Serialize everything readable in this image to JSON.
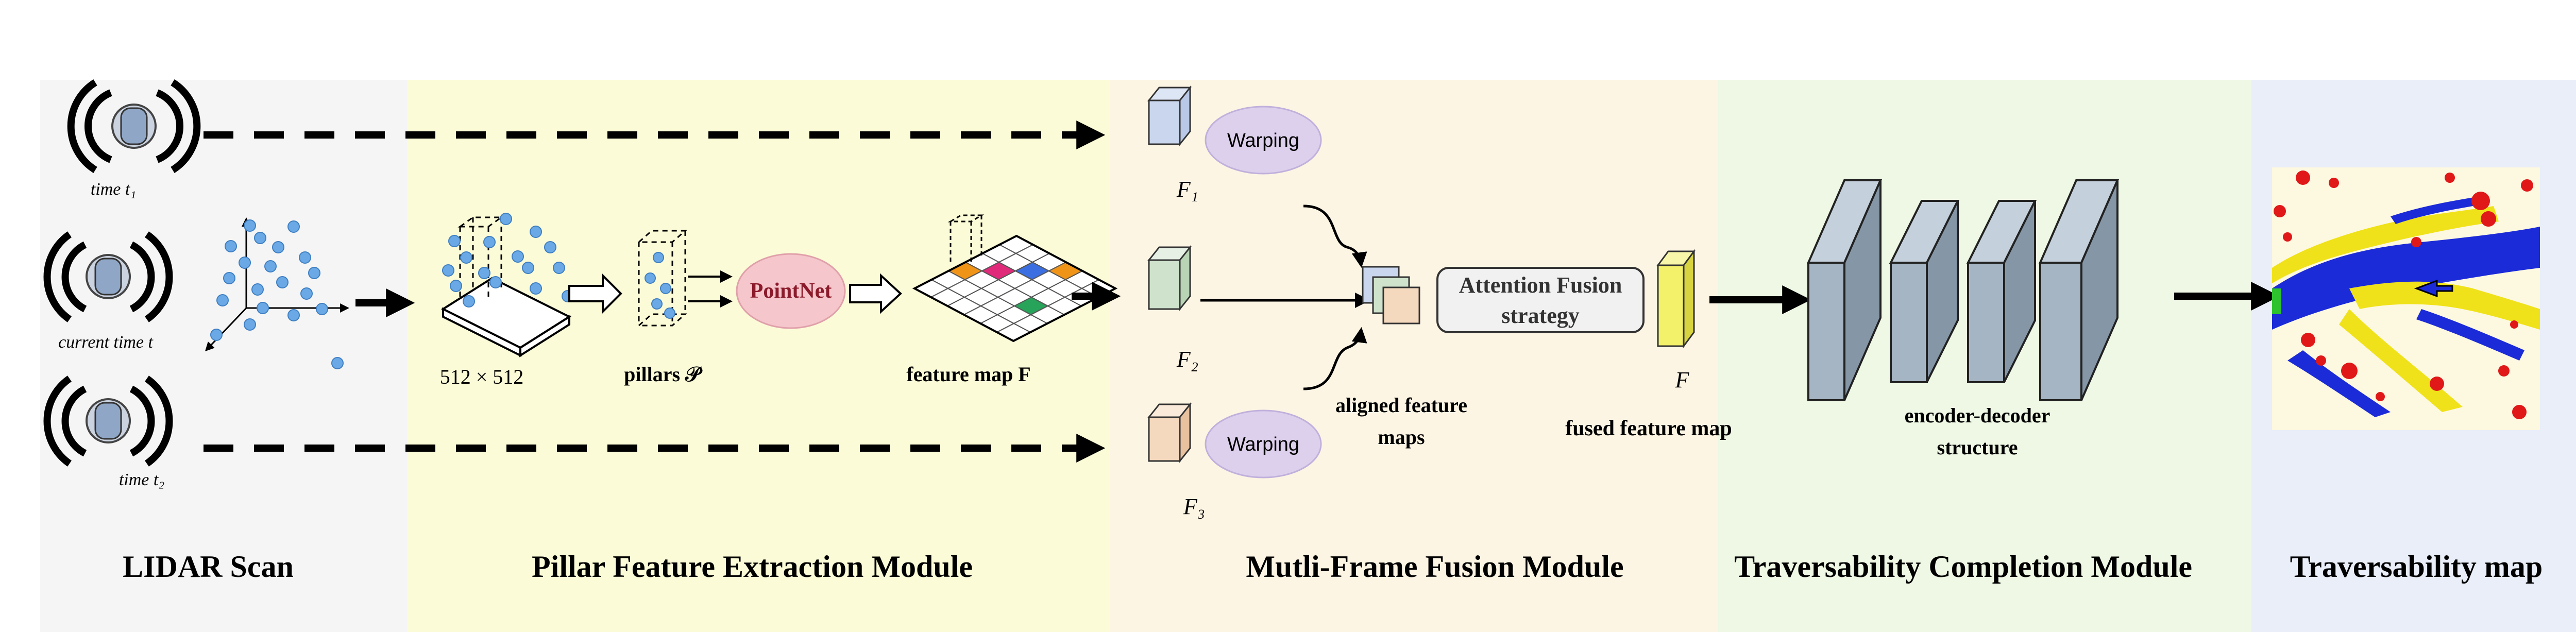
{
  "modules": {
    "lidar": {
      "title": "LIDAR Scan",
      "color": "#f5f5f5"
    },
    "pillar": {
      "title": "Pillar Feature Extraction Module",
      "color": "#fbfbd8"
    },
    "fusion": {
      "title": "Mutli-Frame Fusion Module",
      "color": "#fdf5e4"
    },
    "completion": {
      "title": "Traversability Completion Module",
      "color": "#eef8e4"
    },
    "output": {
      "title": "Traversability map",
      "color": "#e9eef8"
    }
  },
  "lidar": {
    "t1_label": "time t₁",
    "current_label": "current time t",
    "t2_label": "time t₂"
  },
  "pillar": {
    "grid_label": "512 × 512",
    "pillars_label": "pillars 𝒫",
    "pointnet_label": "PointNet",
    "feature_map_label": "feature map F"
  },
  "fusion": {
    "warping_label": "Warping",
    "f1": "F₁",
    "f2": "F₂",
    "f3": "F₃",
    "aligned_label_1": "aligned feature",
    "aligned_label_2": "maps",
    "attention_label_1": "Attention Fusion",
    "attention_label_2": "strategy",
    "fused_symbol": "F",
    "fused_label": "fused feature map"
  },
  "completion": {
    "encdec_label_1": "encoder-decoder",
    "encdec_label_2": "structure"
  },
  "colors": {
    "point_blue": "#6aa9e6",
    "pointnet_fill": "#f5c6cb",
    "warping_fill": "#ddd0ec",
    "f1_fill": "#c9d6ee",
    "f2_fill": "#cfe3cc",
    "f3_fill": "#f5d9be",
    "fused_fill": "#f3f06a",
    "encdec_fill": "#a6b5c4"
  }
}
